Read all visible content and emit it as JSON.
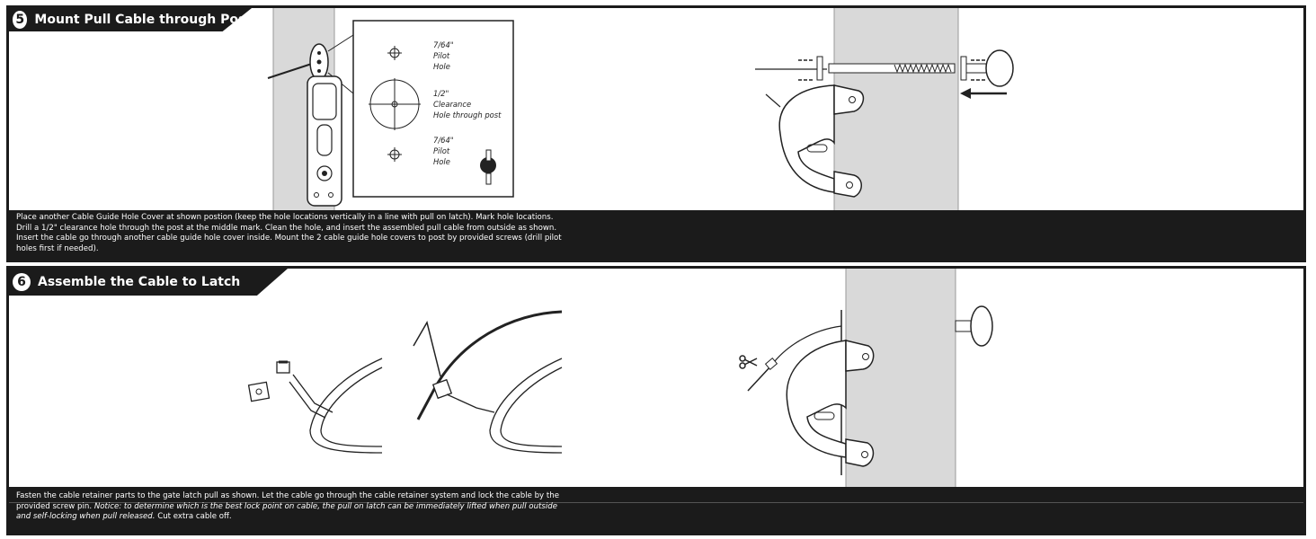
{
  "steps": [
    {
      "number": "5",
      "title": "Mount Pull Cable through Post",
      "caption_lines": [
        "Place another Cable Guide Hole Cover at shown postion (keep the hole locations vertically in a line with pull on latch). Mark hole locations.",
        "Drill a 1/2\" clearance hole through the post at the middle mark. Clean the hole, and insert the assembled pull cable from outside as shown.",
        "Insert the cable go through another cable guide hole cover inside. Mount the 2 cable guide hole covers to post by provided screws (drill pilot",
        "holes first if needed)."
      ],
      "diagram_labels": {
        "top_hole_size": "7/64\"",
        "top_hole_l1": "Pilot",
        "top_hole_l2": "Hole",
        "mid_hole_size": "1/2\"",
        "mid_hole_l1": "Clearance",
        "mid_hole_l2": "Hole through post",
        "bot_hole_size": "7/64\"",
        "bot_hole_l1": "Pilot",
        "bot_hole_l2": "Hole"
      }
    },
    {
      "number": "6",
      "title": "Assemble the Cable to Latch",
      "caption_line1": "Fasten the cable retainer parts to the gate latch pull as shown. Let the cable go through the cable retainer system and lock the cable by the",
      "caption_line2_plain": "provided screw pin. ",
      "caption_line2_italic": "Notice: to determine which is the best lock point on cable, the pull on latch can be immediately lifted when pull outside",
      "caption_line3_italic": "and self-locking when pull released.",
      "caption_line3_plain": " Cut extra cable off."
    }
  ],
  "colors": {
    "dark": "#1b1b1b",
    "post_gray": "#d9d9d9",
    "line": "#222222"
  }
}
